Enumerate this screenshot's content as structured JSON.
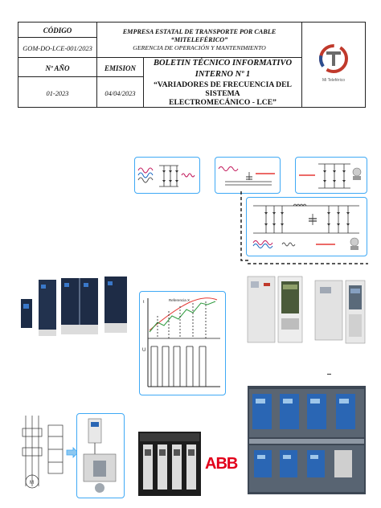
{
  "header": {
    "codigo_label": "CÓDIGO",
    "codigo_value": "GOM-DO-LCE-001/2023",
    "org_name": "EMPRESA ESTATAL DE TRANSPORTE POR CABLE “MITELEFÉRICO”",
    "department": "GERENCIA DE OPERACIÓN Y MANTENIMIENTO",
    "nro_anio_label": "Nº AÑO",
    "nro_anio_value": "01-2023",
    "emision_label": "EMISION",
    "emision_value": "04/04/2023",
    "bulletin_title": "BOLETIN TÉCNICO INFORMATIVO INTERNO Nº 1",
    "bulletin_subtitle_line1": "“VARIADORES DE FRECUENCIA DEL SISTEMA",
    "bulletin_subtitle_line2": "ELECTROMECÁNICO - LCE”",
    "logo_caption": "Mi Teleférico"
  },
  "graph": {
    "reference_label": "Referencia X",
    "u_label": "U"
  },
  "abb_logo_text": "ABB",
  "colors": {
    "accent_blue": "#3fa9f5",
    "logo_red": "#c0392b",
    "logo_blue": "#2c4d8f",
    "graph_red": "#e53935",
    "graph_green": "#2e9a3e",
    "abb_red": "#e2001a"
  }
}
